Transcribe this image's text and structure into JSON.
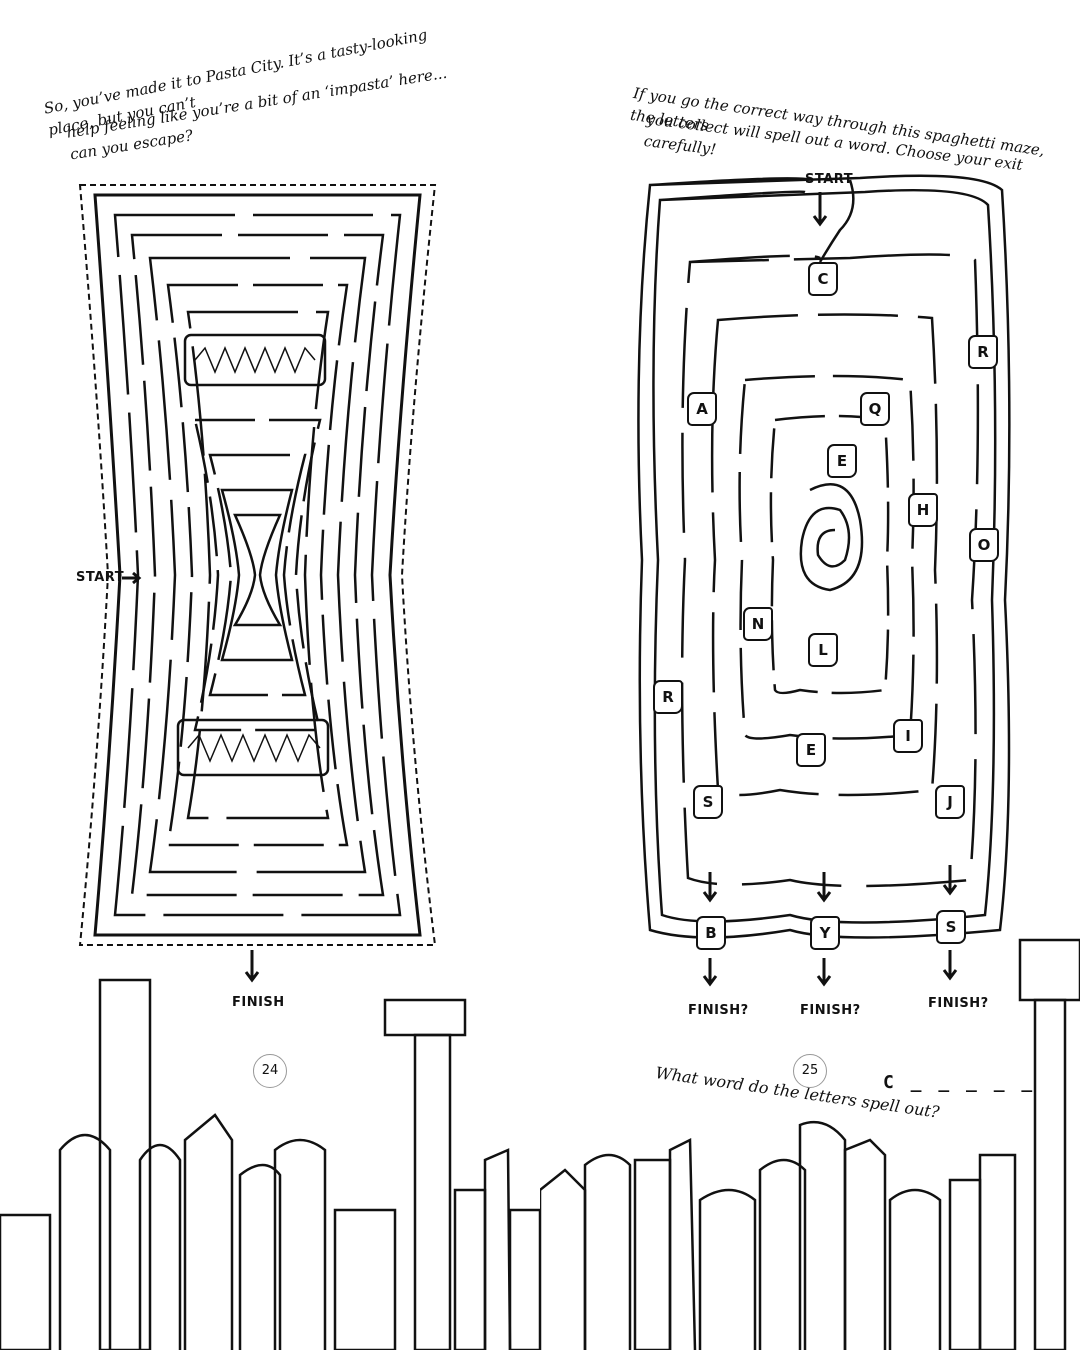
{
  "left_page": {
    "intro_line1": "So, you’ve made it to Pasta City. It’s a tasty-looking place, but you can’t",
    "intro_line2": "help feeling like you’re a bit of an ‘impasta’ here... can you escape?",
    "start_label": "START",
    "finish_label": "FINISH",
    "page_number": "24"
  },
  "right_page": {
    "intro_line1": "If you go the correct way through this spaghetti maze, the letters",
    "intro_line2": "you collect will spell out a word. Choose your exit carefully!",
    "start_label": "START",
    "finish_label": "FINISH?",
    "letters": [
      {
        "letter": "C"
      },
      {
        "letter": "R"
      },
      {
        "letter": "A"
      },
      {
        "letter": "Q"
      },
      {
        "letter": "E"
      },
      {
        "letter": "H"
      },
      {
        "letter": "O"
      },
      {
        "letter": "N"
      },
      {
        "letter": "L"
      },
      {
        "letter": "R"
      },
      {
        "letter": "I"
      },
      {
        "letter": "E"
      },
      {
        "letter": "S"
      },
      {
        "letter": "J"
      }
    ],
    "exits": [
      {
        "letter": "B"
      },
      {
        "letter": "Y"
      },
      {
        "letter": "S"
      }
    ],
    "question": "What word do the letters spell out?",
    "answer_prefix": "C _ _ _ _ _",
    "page_number": "25"
  }
}
